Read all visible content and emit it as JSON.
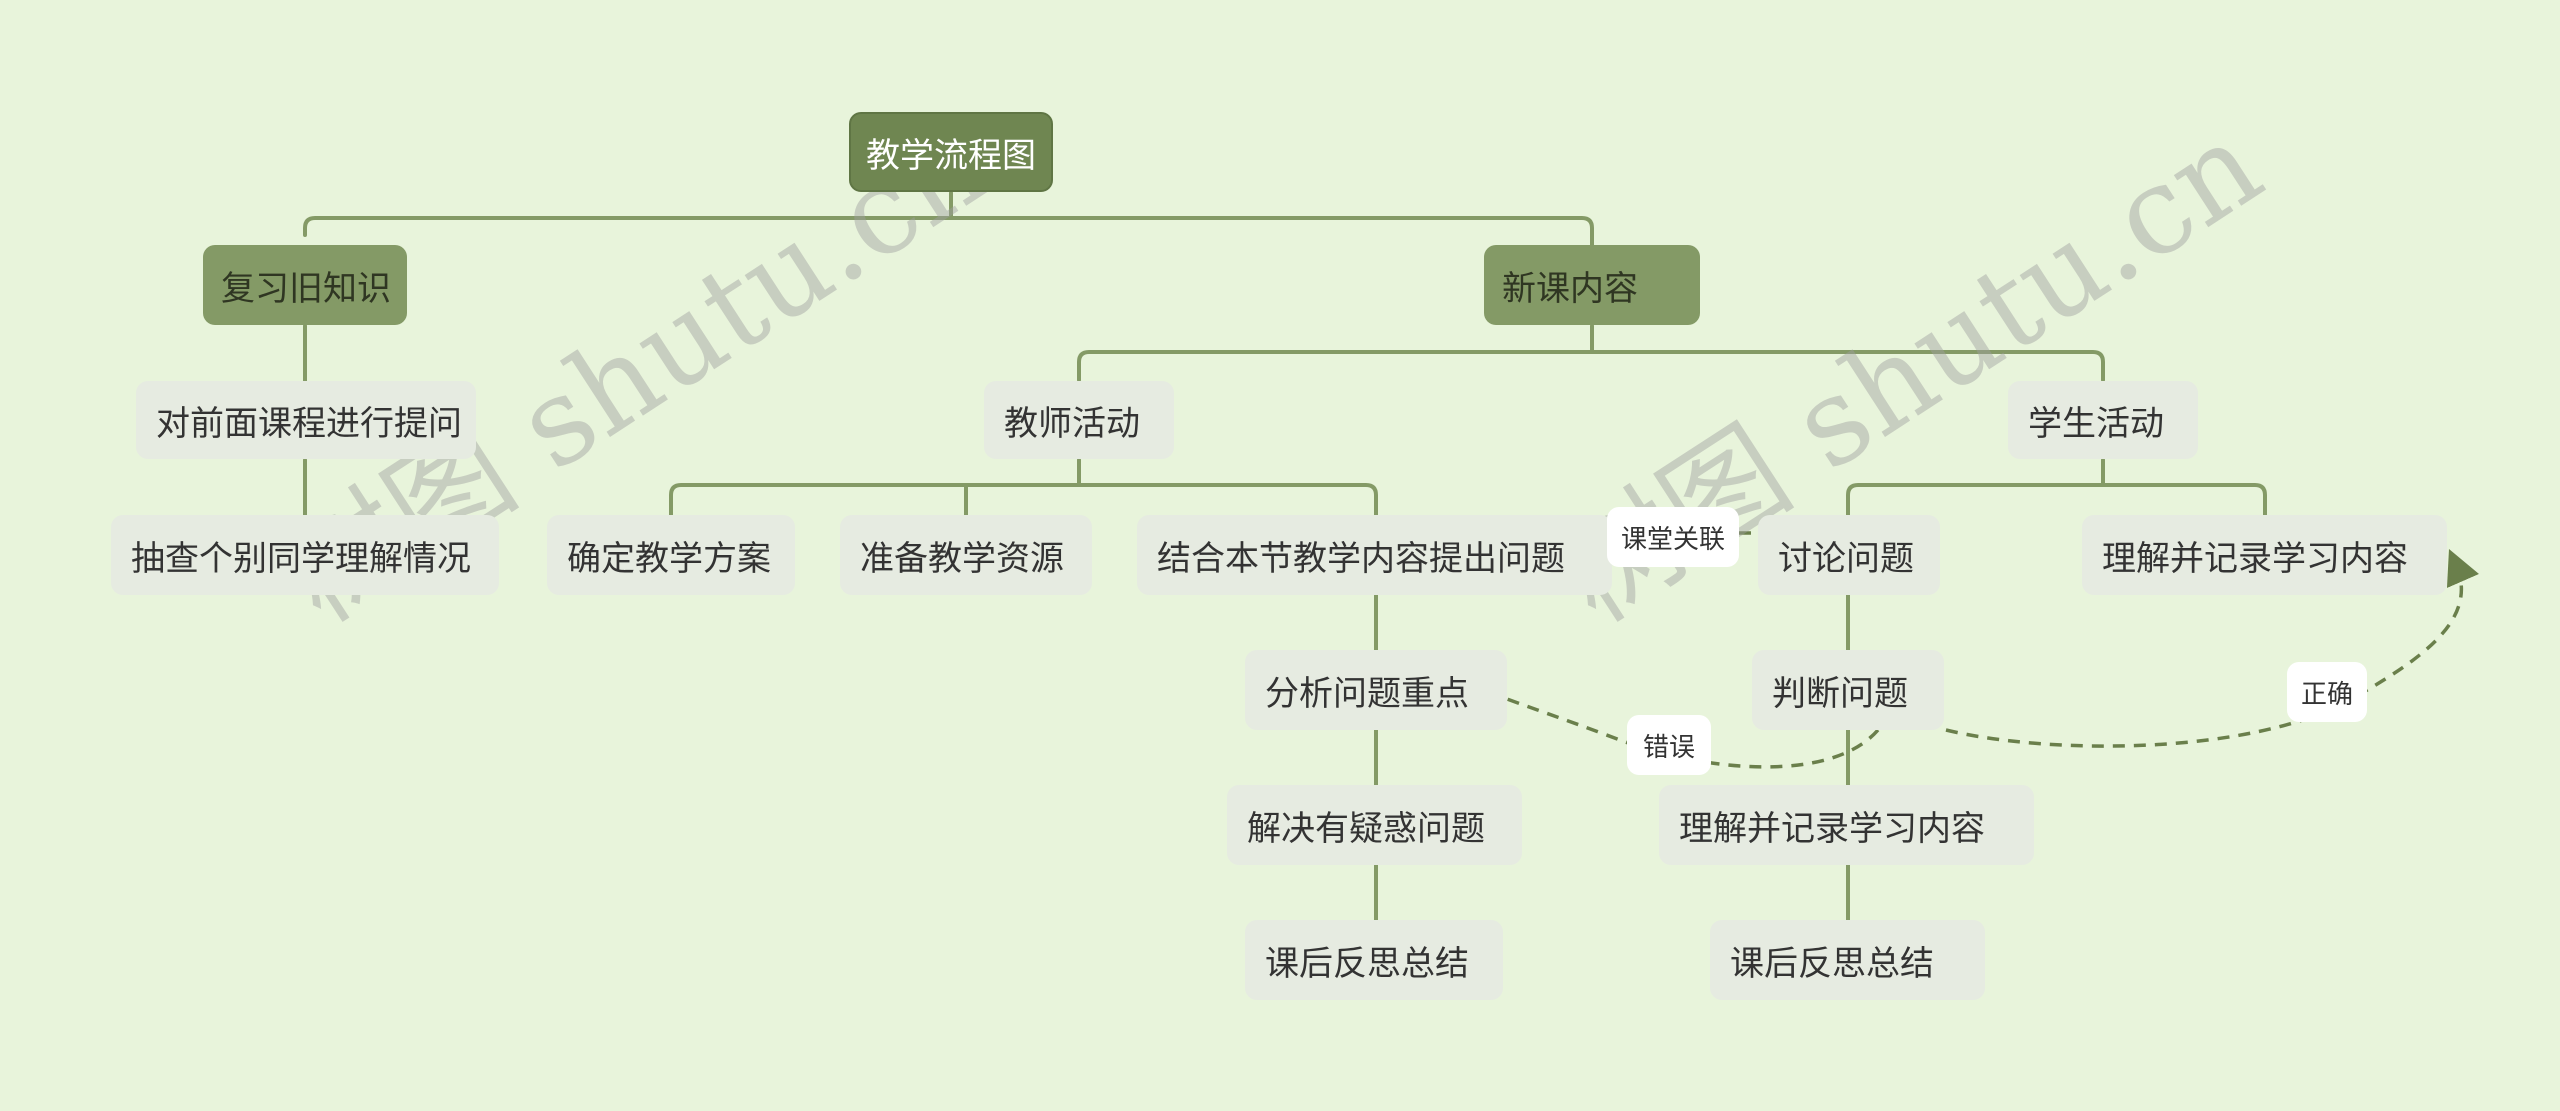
{
  "root": "教学流程图",
  "branches": {
    "review": "复习旧知识",
    "new_content": "新课内容"
  },
  "review_items": [
    "对前面课程进行提问",
    "抽查个别同学理解情况"
  ],
  "teacher": {
    "label": "教师活动",
    "items": [
      "确定教学方案",
      "准备教学资源",
      "结合本节教学内容提出问题"
    ],
    "followups": [
      "分析问题重点",
      "解决有疑惑问题",
      "课后反思总结"
    ]
  },
  "student": {
    "label": "学生活动",
    "items": [
      "讨论问题",
      "理解并记录学习内容"
    ],
    "followups": [
      "判断问题",
      "理解并记录学习内容",
      "课后反思总结"
    ]
  },
  "relations": {
    "classroom": "课堂关联",
    "wrong": "错误",
    "correct": "正确"
  },
  "watermark": [
    "树图 shutu.cn",
    "树图 shutu.cn"
  ],
  "colors": {
    "background": "#e8f4db",
    "root": "#6f8651",
    "branch": "#849a66",
    "leaf": "#e6ebe1",
    "line": "#849a66",
    "relation_line": "#6a7f4b"
  }
}
